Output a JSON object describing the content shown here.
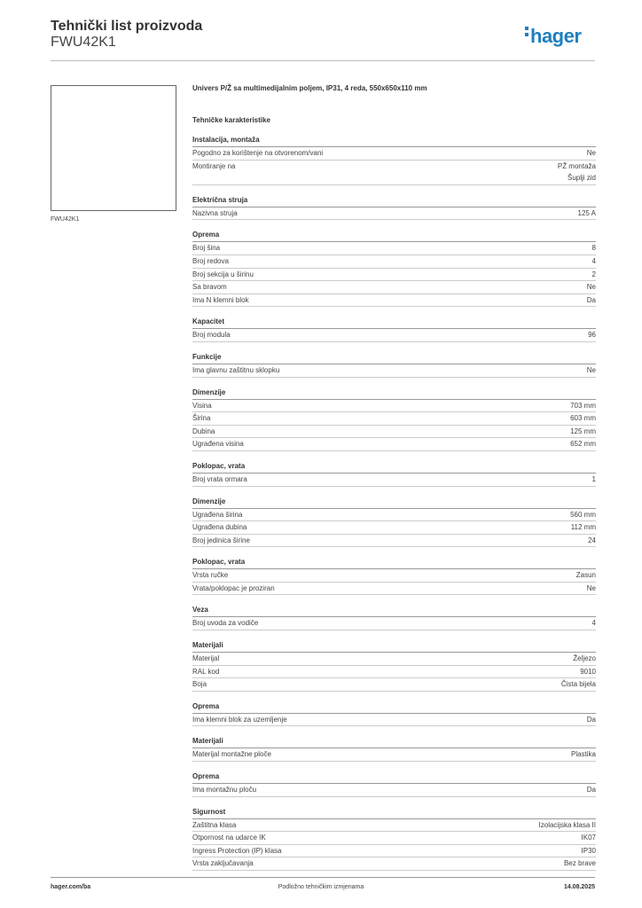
{
  "header": {
    "title": "Tehnički list proizvoda",
    "product_code": "FWU42K1",
    "logo_text": "hager",
    "logo_color": "#1f7fbf"
  },
  "image": {
    "caption": "FWU42K1"
  },
  "description": "Univers P/Ž sa multimedijalnim poljem, IP31, 4 reda, 550x650x110 mm",
  "section_heading": "Tehničke karakteristike",
  "sections": [
    {
      "title": "Instalacija, montaža",
      "rows": [
        {
          "label": "Pogodno za korištenje na otvorenom/vani",
          "values": [
            "Ne"
          ]
        },
        {
          "label": "Montiranje na",
          "values": [
            "PŽ montaža",
            "Šuplji zid"
          ]
        }
      ]
    },
    {
      "title": "Električna struja",
      "rows": [
        {
          "label": "Nazivna struja",
          "values": [
            "125 A"
          ]
        }
      ]
    },
    {
      "title": "Oprema",
      "rows": [
        {
          "label": "Broj šina",
          "values": [
            "8"
          ]
        },
        {
          "label": "Broj redova",
          "values": [
            "4"
          ]
        },
        {
          "label": "Broj sekcija u širinu",
          "values": [
            "2"
          ]
        },
        {
          "label": "Sa bravom",
          "values": [
            "Ne"
          ]
        },
        {
          "label": "Ima N klemni blok",
          "values": [
            "Da"
          ]
        }
      ]
    },
    {
      "title": "Kapacitet",
      "rows": [
        {
          "label": "Broj modula",
          "values": [
            "96"
          ]
        }
      ]
    },
    {
      "title": "Funkcije",
      "rows": [
        {
          "label": "Ima glavnu zaštitnu sklopku",
          "values": [
            "Ne"
          ]
        }
      ]
    },
    {
      "title": "Dimenzije",
      "rows": [
        {
          "label": "Visina",
          "values": [
            "703 mm"
          ]
        },
        {
          "label": "Širina",
          "values": [
            "603 mm"
          ]
        },
        {
          "label": "Dubina",
          "values": [
            "125 mm"
          ]
        },
        {
          "label": "Ugrađena visina",
          "values": [
            "652 mm"
          ]
        }
      ]
    },
    {
      "title": "Poklopac, vrata",
      "rows": [
        {
          "label": "Broj vrata ormara",
          "values": [
            "1"
          ]
        }
      ]
    },
    {
      "title": "Dimenzije",
      "rows": [
        {
          "label": "Ugrađena širina",
          "values": [
            "560 mm"
          ]
        },
        {
          "label": "Ugrađena dubina",
          "values": [
            "112 mm"
          ]
        },
        {
          "label": "Broj jedinica širine",
          "values": [
            "24"
          ]
        }
      ]
    },
    {
      "title": "Poklopac, vrata",
      "rows": [
        {
          "label": "Vrsta ručke",
          "values": [
            "Zasun"
          ]
        },
        {
          "label": "Vrata/poklopac je proziran",
          "values": [
            "Ne"
          ]
        }
      ]
    },
    {
      "title": "Veza",
      "rows": [
        {
          "label": "Broj uvoda za vodiče",
          "values": [
            "4"
          ]
        }
      ]
    },
    {
      "title": "Materijali",
      "rows": [
        {
          "label": "Materijal",
          "values": [
            "Željezo"
          ]
        },
        {
          "label": "RAL kod",
          "values": [
            "9010"
          ]
        },
        {
          "label": "Boja",
          "values": [
            "Čista bijela"
          ]
        }
      ]
    },
    {
      "title": "Oprema",
      "rows": [
        {
          "label": "Ima klemni blok za uzemljenje",
          "values": [
            "Da"
          ]
        }
      ]
    },
    {
      "title": "Materijali",
      "rows": [
        {
          "label": "Materijal montažne ploče",
          "values": [
            "Plastika"
          ]
        }
      ]
    },
    {
      "title": "Oprema",
      "rows": [
        {
          "label": "Ima montažnu ploču",
          "values": [
            "Da"
          ]
        }
      ]
    },
    {
      "title": "Sigurnost",
      "rows": [
        {
          "label": "Zaštitna klasa",
          "values": [
            "Izolacijska klasa II"
          ]
        },
        {
          "label": "Otpornost na udarce IK",
          "values": [
            "IK07"
          ]
        },
        {
          "label": "Ingress Protection (IP) klasa",
          "values": [
            "IP30"
          ]
        },
        {
          "label": "Vrsta zaključavanja",
          "values": [
            "Bez brave"
          ]
        }
      ]
    }
  ],
  "footer": {
    "website": "hager.com/ba",
    "note": "Podložno tehničkim izmjenama",
    "date": "14.08.2025"
  }
}
